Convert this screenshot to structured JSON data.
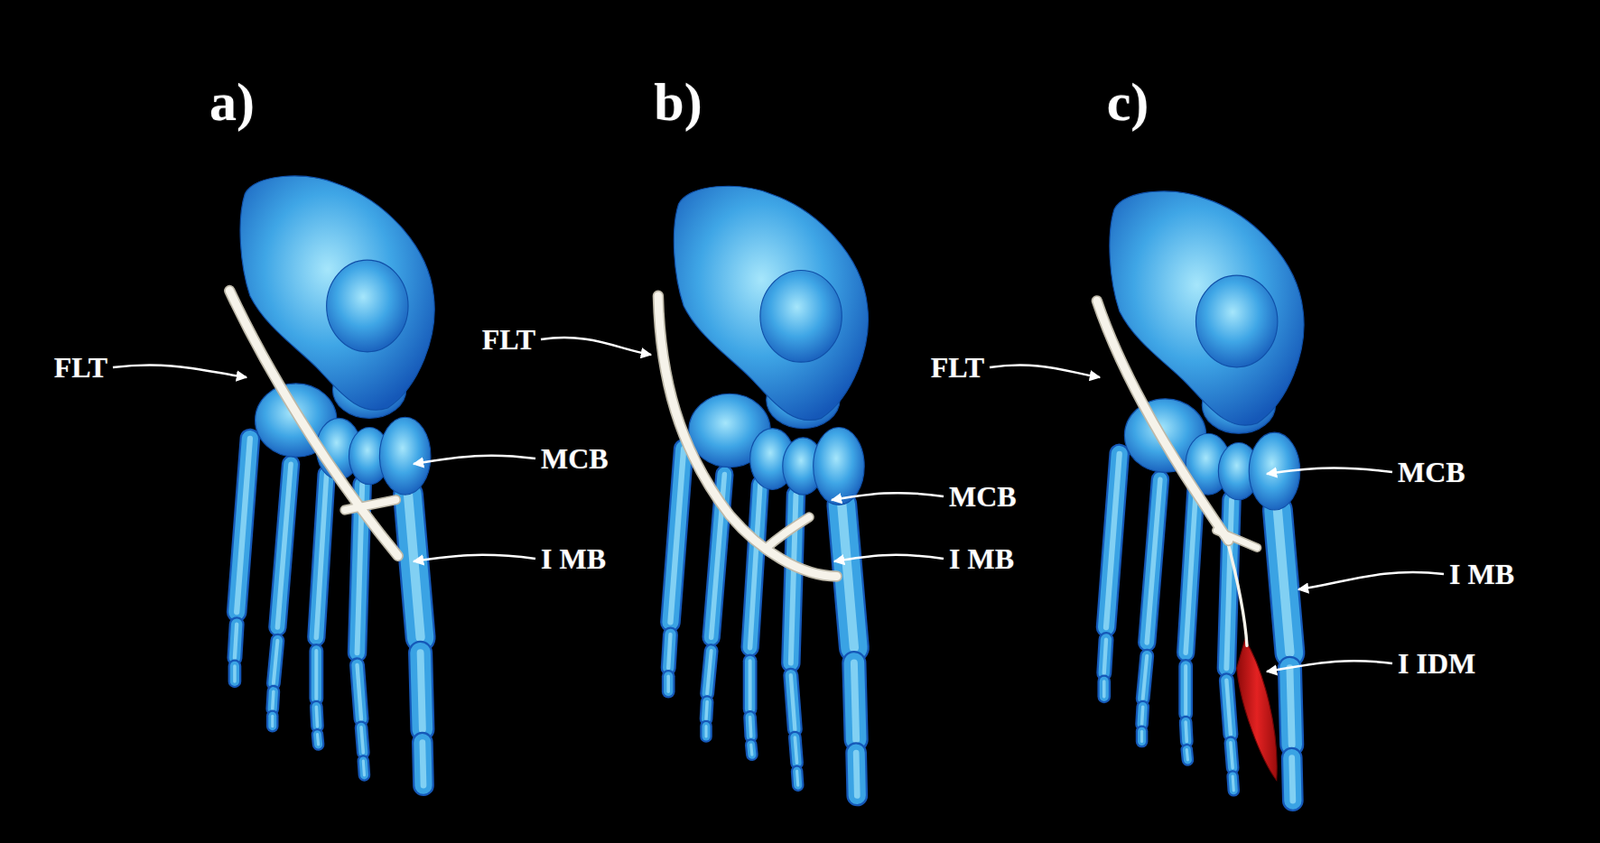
{
  "diagram": {
    "labels": [
      "a)",
      "b)",
      "c)",
      "FLT",
      "MCB",
      "I MB",
      "FLT",
      "MCB",
      "I MB",
      "FLT",
      "MCB",
      "I MB",
      "I IDM"
    ]
  }
}
